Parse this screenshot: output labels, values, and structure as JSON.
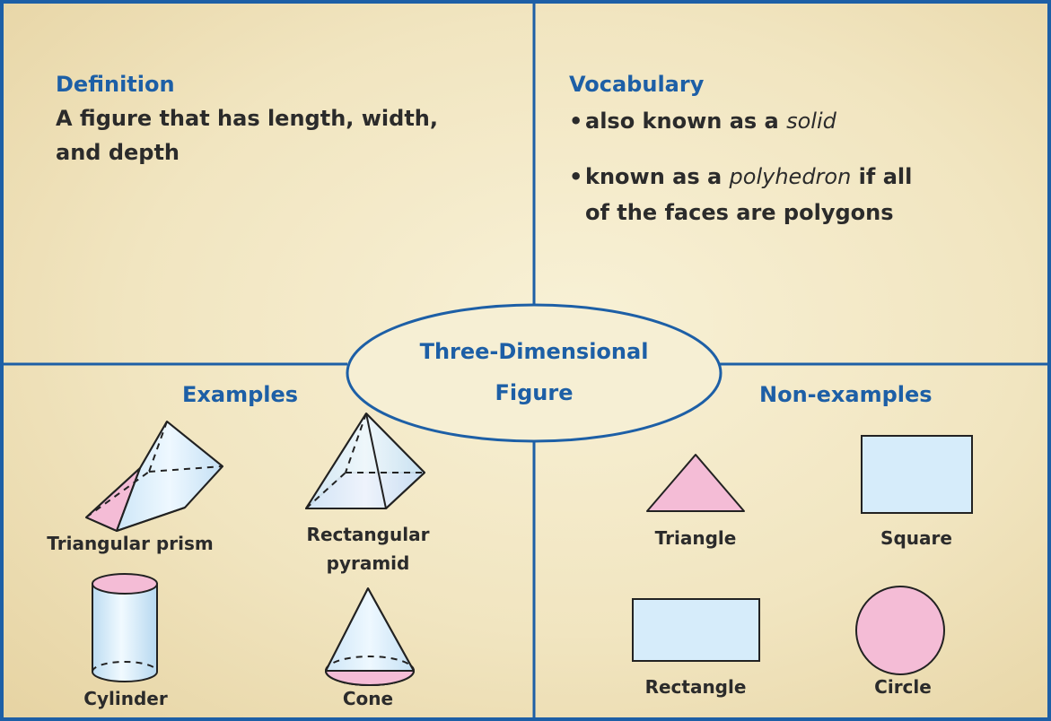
{
  "center_label": {
    "line1": "Three-Dimensional",
    "line2": "Figure"
  },
  "definition": {
    "heading": "Definition",
    "line1": "A figure that has length, width,",
    "line2": "and depth"
  },
  "vocabulary": {
    "heading": "Vocabulary",
    "item1": {
      "bullet": "•",
      "before": "also known as a ",
      "term": "solid",
      "after": ""
    },
    "item2": {
      "bullet": "•",
      "before": "known as a ",
      "term": "polyhedron",
      "after": " if all",
      "line2": "of the faces are polygons"
    }
  },
  "examples": {
    "heading": "Examples",
    "items": [
      {
        "label": "Triangular prism"
      },
      {
        "label_line1": "Rectangular",
        "label_line2": "pyramid"
      },
      {
        "label": "Cylinder"
      },
      {
        "label": "Cone"
      }
    ]
  },
  "non_examples": {
    "heading": "Non-examples",
    "items": [
      {
        "label": "Triangle"
      },
      {
        "label": "Square"
      },
      {
        "label": "Rectangle"
      },
      {
        "label": "Circle"
      }
    ]
  },
  "colors": {
    "border": "#1d5fa6",
    "heading": "#1d5fa6",
    "shape_pink": "#f4bcd6",
    "shape_blue": "#d6ecfa",
    "outline": "#222222"
  }
}
